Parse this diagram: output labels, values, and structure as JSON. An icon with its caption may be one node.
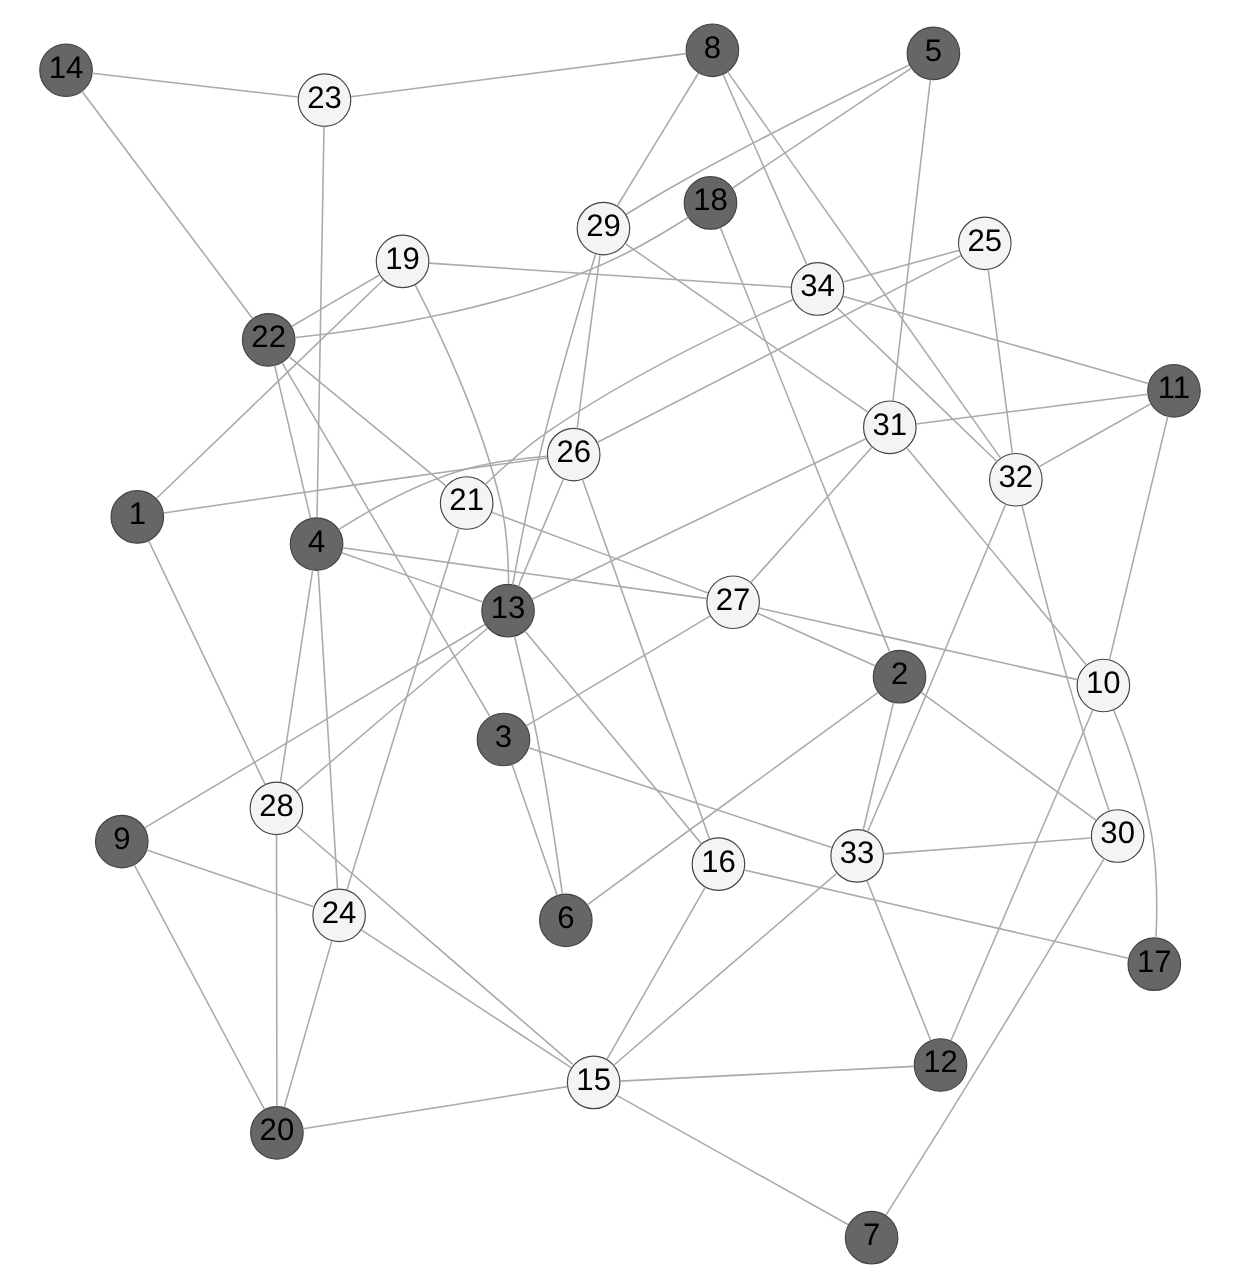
{
  "diagram": {
    "nodes": [
      {
        "text": [
          "1"
        ]
      },
      {
        "text": [
          "2"
        ]
      },
      {
        "text": [
          "3"
        ]
      },
      {
        "text": [
          "4"
        ]
      },
      {
        "text": [
          "5"
        ]
      },
      {
        "text": [
          "6"
        ]
      },
      {
        "text": [
          "7"
        ]
      },
      {
        "text": [
          "8"
        ]
      },
      {
        "text": [
          "9"
        ]
      },
      {
        "text": [
          "10"
        ]
      },
      {
        "text": [
          "11"
        ]
      },
      {
        "text": [
          "12"
        ]
      },
      {
        "text": [
          "13"
        ]
      },
      {
        "text": [
          "14"
        ]
      },
      {
        "text": [
          "15"
        ]
      },
      {
        "text": [
          "16"
        ]
      },
      {
        "text": [
          "17"
        ]
      },
      {
        "text": [
          "18"
        ]
      },
      {
        "text": [
          "19"
        ]
      },
      {
        "text": [
          "20"
        ]
      },
      {
        "text": [
          "21"
        ]
      },
      {
        "text": [
          "22"
        ]
      },
      {
        "text": [
          "23"
        ]
      },
      {
        "text": [
          "24"
        ]
      },
      {
        "text": [
          "25"
        ]
      },
      {
        "text": [
          "26"
        ]
      },
      {
        "text": [
          "27"
        ]
      },
      {
        "text": [
          "28"
        ]
      },
      {
        "text": [
          "29"
        ]
      },
      {
        "text": [
          "30"
        ]
      },
      {
        "text": [
          "31"
        ]
      },
      {
        "text": [
          "32"
        ]
      },
      {
        "text": [
          "33"
        ]
      },
      {
        "text": [
          "34"
        ]
      }
    ],
    "edges": [
      {
        "from": 29,
        "to": 6,
        "arrow": "none"
      },
      {
        "from": 29,
        "to": 1,
        "arrow": "none"
      },
      {
        "from": 29,
        "to": 32,
        "arrow": "none"
      },
      {
        "from": 29,
        "to": 31,
        "arrow": "none"
      },
      {
        "from": 17,
        "to": 1,
        "arrow": "none"
      },
      {
        "from": 1,
        "to": 32,
        "arrow": "none"
      },
      {
        "from": 1,
        "to": 5,
        "arrow": "none"
      },
      {
        "from": 1,
        "to": 26,
        "arrow": "none"
      },
      {
        "from": 32,
        "to": 31,
        "arrow": "none"
      },
      {
        "from": 32,
        "to": 11,
        "arrow": "none"
      },
      {
        "from": 32,
        "to": 2,
        "arrow": "none"
      },
      {
        "from": 32,
        "to": 14,
        "arrow": "none"
      },
      {
        "from": 6,
        "to": 14,
        "arrow": "none"
      },
      {
        "from": 9,
        "to": 16,
        "arrow": "none"
      },
      {
        "from": 9,
        "to": 11,
        "arrow": "none"
      },
      {
        "from": 11,
        "to": 14,
        "arrow": "none"
      },
      {
        "from": 16,
        "to": 15,
        "arrow": "none"
      },
      {
        "from": 5,
        "to": 2,
        "arrow": "none"
      },
      {
        "from": 5,
        "to": 12,
        "arrow": "none"
      },
      {
        "from": 14,
        "to": 15,
        "arrow": "none"
      },
      {
        "from": 14,
        "to": 19,
        "arrow": "none"
      },
      {
        "from": 14,
        "to": 23,
        "arrow": "none"
      },
      {
        "from": 14,
        "to": 27,
        "arrow": "none"
      },
      {
        "from": 17,
        "to": 4,
        "arrow": "none"
      },
      {
        "from": 17,
        "to": 21,
        "arrow": "none"
      },
      {
        "from": 4,
        "to": 30,
        "arrow": "none"
      },
      {
        "from": 4,
        "to": 28,
        "arrow": "none"
      },
      {
        "from": 10,
        "to": 9,
        "arrow": "none"
      },
      {
        "from": 10,
        "to": 31,
        "arrow": "none"
      },
      {
        "from": 10,
        "to": 30,
        "arrow": "none"
      },
      {
        "from": 30,
        "to": 26,
        "arrow": "none"
      },
      {
        "from": 30,
        "to": 12,
        "arrow": "none"
      },
      {
        "from": 10,
        "to": 33,
        "arrow": "none"
      },
      {
        "from": 31,
        "to": 7,
        "arrow": "none"
      },
      {
        "from": 31,
        "to": 24,
        "arrow": "none"
      },
      {
        "from": 31,
        "to": 33,
        "arrow": "none"
      },
      {
        "from": 24,
        "to": 33,
        "arrow": "none"
      },
      {
        "from": 24,
        "to": 25,
        "arrow": "none"
      },
      {
        "from": 28,
        "to": 7,
        "arrow": "none"
      },
      {
        "from": 28,
        "to": 25,
        "arrow": "none"
      },
      {
        "from": 28,
        "to": 12,
        "arrow": "none"
      },
      {
        "from": 7,
        "to": 33,
        "arrow": "none"
      },
      {
        "from": 7,
        "to": 22,
        "arrow": "none"
      },
      {
        "from": 33,
        "to": 20,
        "arrow": "none"
      },
      {
        "from": 33,
        "to": 18,
        "arrow": "none"
      },
      {
        "from": 26,
        "to": 2,
        "arrow": "none"
      },
      {
        "from": 26,
        "to": 20,
        "arrow": "none"
      },
      {
        "from": 26,
        "to": 3,
        "arrow": "none"
      },
      {
        "from": 9,
        "to": 26,
        "arrow": "none"
      },
      {
        "from": 9,
        "to": 30,
        "arrow": "none"
      },
      {
        "from": 28,
        "to": 30,
        "arrow": "none"
      },
      {
        "from": 2,
        "to": 21,
        "arrow": "none"
      },
      {
        "from": 25,
        "to": 12,
        "arrow": "none"
      },
      {
        "from": 25,
        "to": 3,
        "arrow": "none"
      },
      {
        "from": 25,
        "to": 0,
        "arrow": "none"
      },
      {
        "from": 15,
        "to": 25,
        "arrow": "none"
      },
      {
        "from": 15,
        "to": 12,
        "arrow": "none"
      },
      {
        "from": 12,
        "to": 8,
        "arrow": "none"
      },
      {
        "from": 12,
        "to": 3,
        "arrow": "none"
      },
      {
        "from": 12,
        "to": 27,
        "arrow": "none"
      },
      {
        "from": 12,
        "to": 18,
        "arrow": "none"
      },
      {
        "from": 8,
        "to": 19,
        "arrow": "none"
      },
      {
        "from": 8,
        "to": 23,
        "arrow": "none"
      },
      {
        "from": 19,
        "to": 23,
        "arrow": "none"
      },
      {
        "from": 19,
        "to": 27,
        "arrow": "none"
      },
      {
        "from": 20,
        "to": 21,
        "arrow": "none"
      },
      {
        "from": 20,
        "to": 23,
        "arrow": "none"
      },
      {
        "from": 3,
        "to": 21,
        "arrow": "none"
      },
      {
        "from": 3,
        "to": 22,
        "arrow": "none"
      },
      {
        "from": 3,
        "to": 27,
        "arrow": "none"
      },
      {
        "from": 3,
        "to": 23,
        "arrow": "none"
      },
      {
        "from": 27,
        "to": 0,
        "arrow": "none"
      },
      {
        "from": 18,
        "to": 21,
        "arrow": "none"
      },
      {
        "from": 18,
        "to": 0,
        "arrow": "none"
      },
      {
        "from": 21,
        "to": 13,
        "arrow": "none"
      },
      {
        "from": 22,
        "to": 13,
        "arrow": "none"
      }
    ]
  }
}
